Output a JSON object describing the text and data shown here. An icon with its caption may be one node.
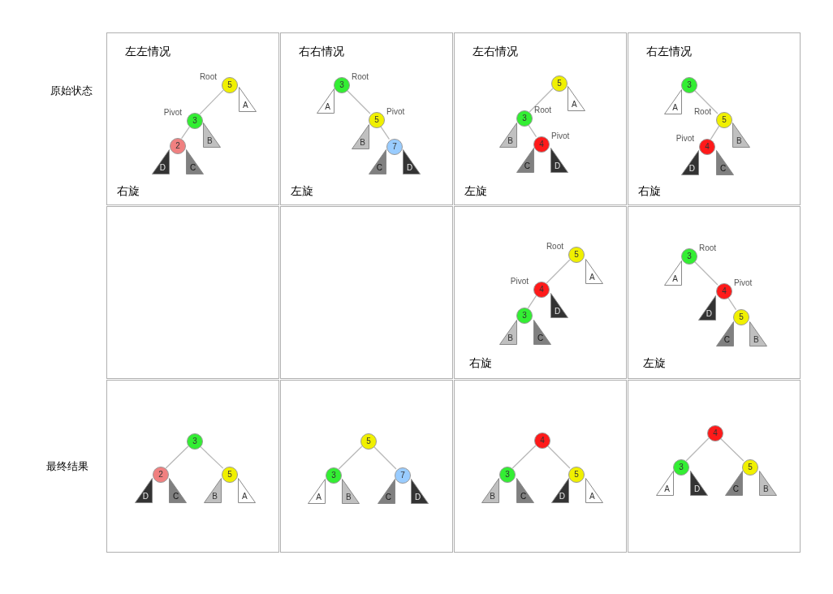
{
  "diagram": {
    "nodes": [
      {
        "text": [
          "左左情况",
          "右旋"
        ]
      },
      {
        "text": [
          "右右情况",
          "左旋"
        ]
      },
      {
        "text": [
          "左右情况",
          "左旋"
        ]
      },
      {
        "text": [
          "右左情况",
          "右旋"
        ]
      },
      {
        "text": [],
        "shape": "box"
      },
      {
        "text": [],
        "shape": "box"
      },
      {
        "text": [
          "右旋"
        ]
      },
      {
        "text": [
          "左旋"
        ]
      },
      {
        "text": [],
        "shape": "box"
      },
      {
        "text": [],
        "shape": "box"
      },
      {
        "text": [],
        "shape": "box"
      },
      {
        "text": [],
        "shape": "box"
      },
      {
        "text": [
          "5"
        ],
        "in": 0,
        "beside": [
          "Root"
        ]
      },
      {
        "text": [
          "A"
        ],
        "in": 0
      },
      {
        "text": [
          "3"
        ],
        "in": 0,
        "beside": [
          "Pivot"
        ]
      },
      {
        "text": [
          "B"
        ],
        "in": 0
      },
      {
        "text": [
          "2"
        ],
        "in": 0
      },
      {
        "text": [
          "D"
        ],
        "in": 0
      },
      {
        "text": [
          "C"
        ],
        "in": 0
      },
      {
        "text": [
          "3"
        ],
        "in": 1,
        "beside": [
          "Root"
        ]
      },
      {
        "text": [
          "A"
        ],
        "in": 1
      },
      {
        "text": [
          "5"
        ],
        "in": 1,
        "beside": [
          "Pivot"
        ]
      },
      {
        "text": [
          "B"
        ],
        "in": 1
      },
      {
        "text": [
          "7"
        ],
        "in": 1
      },
      {
        "text": [
          "C"
        ],
        "in": 1
      },
      {
        "text": [
          "D"
        ],
        "in": 1
      },
      {
        "text": [
          "5"
        ],
        "in": 2
      },
      {
        "text": [
          "A"
        ],
        "in": 2
      },
      {
        "text": [
          "3"
        ],
        "in": 2,
        "beside": [
          "Root"
        ]
      },
      {
        "text": [
          "B"
        ],
        "in": 2
      },
      {
        "text": [
          "4"
        ],
        "in": 2,
        "beside": [
          "Pivot"
        ]
      },
      {
        "text": [
          "C"
        ],
        "in": 2
      },
      {
        "text": [
          "D"
        ],
        "in": 2
      },
      {
        "text": [
          "3"
        ],
        "in": 3
      },
      {
        "text": [
          "A"
        ],
        "in": 3
      },
      {
        "text": [
          "5"
        ],
        "in": 3,
        "beside": [
          "Root"
        ]
      },
      {
        "text": [
          "B"
        ],
        "in": 3
      },
      {
        "text": [
          "4"
        ],
        "in": 3,
        "beside": [
          "Pivot"
        ]
      },
      {
        "text": [
          "D"
        ],
        "in": 3
      },
      {
        "text": [
          "C"
        ],
        "in": 3
      },
      {
        "text": [
          "5"
        ],
        "in": 6,
        "beside": [
          "Root"
        ]
      },
      {
        "text": [
          "A"
        ],
        "in": 6
      },
      {
        "text": [
          "4"
        ],
        "in": 6,
        "beside": [
          "Pivot"
        ]
      },
      {
        "text": [
          "D"
        ],
        "in": 6
      },
      {
        "text": [
          "3"
        ],
        "in": 6
      },
      {
        "text": [
          "B"
        ],
        "in": 6
      },
      {
        "text": [
          "C"
        ],
        "in": 6
      },
      {
        "text": [
          "3"
        ],
        "in": 7,
        "beside": [
          "Root"
        ]
      },
      {
        "text": [
          "A"
        ],
        "in": 7
      },
      {
        "text": [
          "4"
        ],
        "in": 7,
        "beside": [
          "Pivot"
        ]
      },
      {
        "text": [
          "D"
        ],
        "in": 7
      },
      {
        "text": [
          "5"
        ],
        "in": 7
      },
      {
        "text": [
          "C"
        ],
        "in": 7
      },
      {
        "text": [
          "B"
        ],
        "in": 7
      },
      {
        "text": [
          "3"
        ],
        "in": 8
      },
      {
        "text": [
          "2"
        ],
        "in": 8
      },
      {
        "text": [
          "5"
        ],
        "in": 8
      },
      {
        "text": [
          "D"
        ],
        "in": 8
      },
      {
        "text": [
          "C"
        ],
        "in": 8
      },
      {
        "text": [
          "B"
        ],
        "in": 8
      },
      {
        "text": [
          "A"
        ],
        "in": 8
      },
      {
        "text": [
          "5"
        ],
        "in": 9
      },
      {
        "text": [
          "3"
        ],
        "in": 9
      },
      {
        "text": [
          "7"
        ],
        "in": 9
      },
      {
        "text": [
          "A"
        ],
        "in": 9
      },
      {
        "text": [
          "B"
        ],
        "in": 9
      },
      {
        "text": [
          "C"
        ],
        "in": 9
      },
      {
        "text": [
          "D"
        ],
        "in": 9
      },
      {
        "text": [
          "4"
        ],
        "in": 10
      },
      {
        "text": [
          "3"
        ],
        "in": 10
      },
      {
        "text": [
          "5"
        ],
        "in": 10
      },
      {
        "text": [
          "B"
        ],
        "in": 10
      },
      {
        "text": [
          "C"
        ],
        "in": 10
      },
      {
        "text": [
          "D"
        ],
        "in": 10
      },
      {
        "text": [
          "A"
        ],
        "in": 10
      },
      {
        "text": [
          "4"
        ],
        "in": 11
      },
      {
        "text": [
          "3"
        ],
        "in": 11
      },
      {
        "text": [
          "5"
        ],
        "in": 11
      },
      {
        "text": [
          "A"
        ],
        "in": 11
      },
      {
        "text": [
          "D"
        ],
        "in": 11
      },
      {
        "text": [
          "C"
        ],
        "in": 11
      },
      {
        "text": [
          "B"
        ],
        "in": 11
      }
    ],
    "edges": [
      {
        "from": 12,
        "to": 14,
        "arrow": "none"
      },
      {
        "from": 14,
        "to": 16,
        "arrow": "none"
      },
      {
        "from": 19,
        "to": 21,
        "arrow": "none"
      },
      {
        "from": 21,
        "to": 23,
        "arrow": "none"
      },
      {
        "from": 26,
        "to": 28,
        "arrow": "none"
      },
      {
        "from": 28,
        "to": 30,
        "arrow": "none"
      },
      {
        "from": 33,
        "to": 35,
        "arrow": "none"
      },
      {
        "from": 35,
        "to": 37,
        "arrow": "none"
      },
      {
        "from": 40,
        "to": 42,
        "arrow": "none"
      },
      {
        "from": 42,
        "to": 44,
        "arrow": "none"
      },
      {
        "from": 47,
        "to": 49,
        "arrow": "none"
      },
      {
        "from": 49,
        "to": 51,
        "arrow": "none"
      },
      {
        "from": 54,
        "to": 55,
        "arrow": "none"
      },
      {
        "from": 54,
        "to": 56,
        "arrow": "none"
      },
      {
        "from": 61,
        "to": 62,
        "arrow": "none"
      },
      {
        "from": 61,
        "to": 63,
        "arrow": "none"
      },
      {
        "from": 68,
        "to": 69,
        "arrow": "none"
      },
      {
        "from": 68,
        "to": 70,
        "arrow": "none"
      },
      {
        "from": 75,
        "to": 76,
        "arrow": "none"
      },
      {
        "from": 75,
        "to": 77,
        "arrow": "none"
      }
    ],
    "labels": [
      "原始状态",
      "最终结果"
    ]
  }
}
